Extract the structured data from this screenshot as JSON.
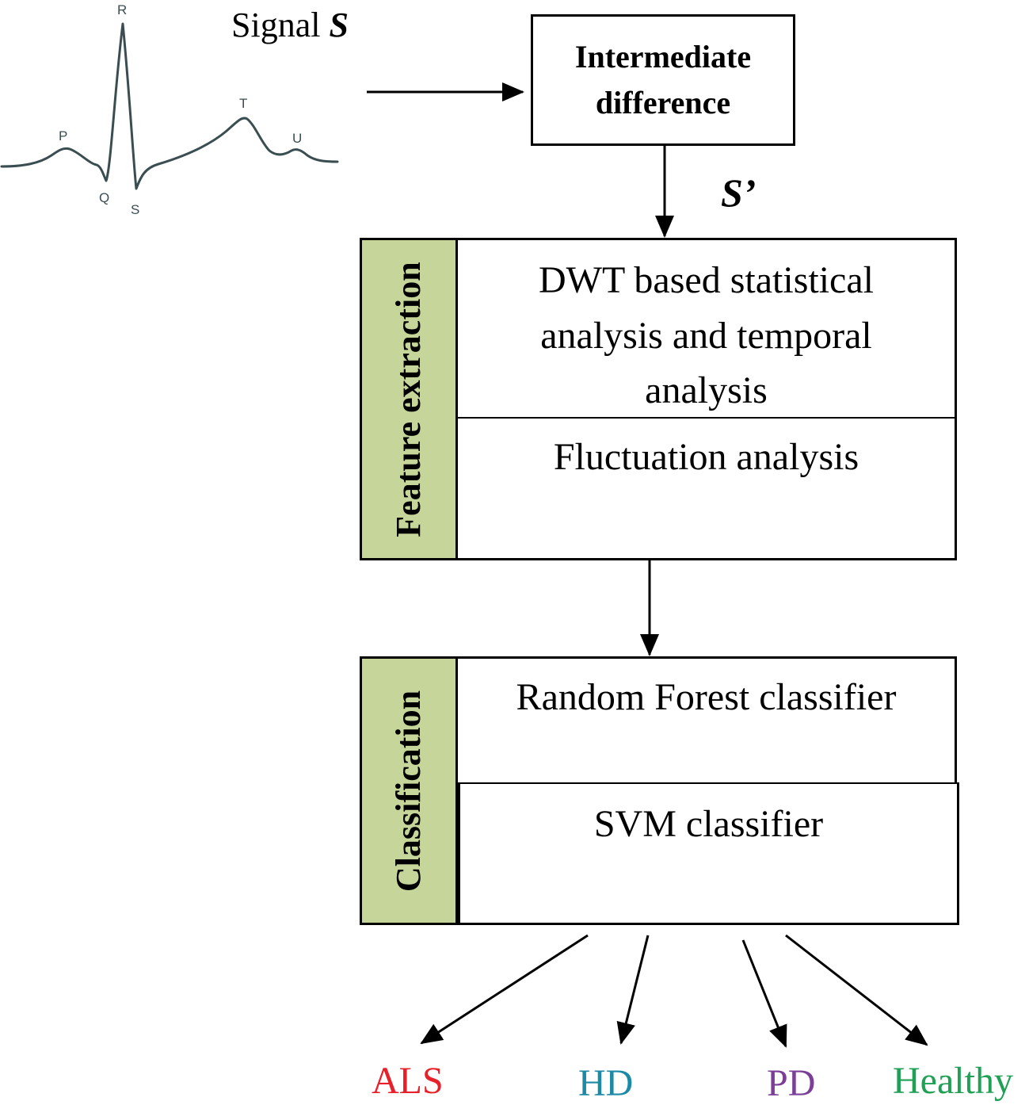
{
  "ecg": {
    "labels": {
      "p": "P",
      "q": "Q",
      "r": "R",
      "s": "S",
      "t": "T",
      "u": "U"
    },
    "stroke_color": "#3a4e52"
  },
  "signal": {
    "prefix": "Signal",
    "symbol": "S"
  },
  "intermediate": {
    "line1": "Intermediate",
    "line2": "difference"
  },
  "s_prime_label": "S’",
  "feature_extraction": {
    "label": "Feature extraction",
    "dwt": {
      "line1": "DWT based statistical",
      "line2": "analysis and temporal",
      "line3": "analysis"
    },
    "fluctuation": "Fluctuation analysis"
  },
  "classification": {
    "label": "Classification",
    "random_forest": "Random Forest classifier",
    "svm": "SVM classifier"
  },
  "outcomes": [
    {
      "label": "ALS",
      "color": "#e8202a"
    },
    {
      "label": "HD",
      "color": "#1c8aa6"
    },
    {
      "label": "PD",
      "color": "#7b3f98"
    },
    {
      "label": "Healthy",
      "color": "#1fa055"
    }
  ],
  "colors": {
    "side_bar": "#c6d69a",
    "border": "#000000"
  }
}
